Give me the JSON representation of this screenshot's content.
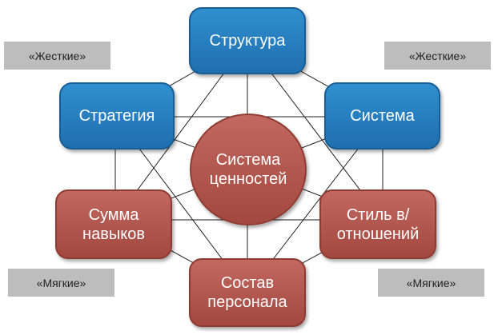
{
  "nodes": {
    "structure": "Структура",
    "strategy": "Стратегия",
    "system": "Система",
    "values": "Система\nценностей",
    "skills": "Сумма\nнавыков",
    "style": "Стиль в/\nотношений",
    "staff": "Состав\nперсонала"
  },
  "tags": {
    "hard_left": "«Жесткие»",
    "hard_right": "«Жесткие»",
    "soft_left": "«Мягкие»",
    "soft_right": "«Мягкие»"
  },
  "colors": {
    "hard": "#2277b8",
    "soft": "#b0554c",
    "tag": "#bdbdbd",
    "line": "#222222"
  }
}
